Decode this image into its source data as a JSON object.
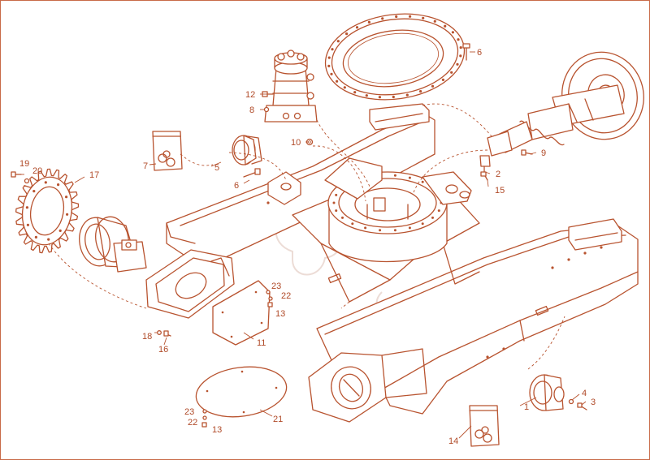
{
  "colors": {
    "line": "#b8532f",
    "label": "#b04a28",
    "background": "#ffffff",
    "watermark": "#ecdcd6"
  },
  "diagram": {
    "type": "exploded-parts-view",
    "parts": [
      {
        "number": "1",
        "depicts": "track roller"
      },
      {
        "number": "2",
        "depicts": "grease fitting"
      },
      {
        "number": "3",
        "depicts": "bolt"
      },
      {
        "number": "4",
        "depicts": "washer"
      },
      {
        "number": "5",
        "depicts": "carrier roller"
      },
      {
        "number": "6",
        "depicts": "bolt"
      },
      {
        "number": "7",
        "depicts": "seal kit bag"
      },
      {
        "number": "8",
        "depicts": "washer"
      },
      {
        "number": "9",
        "depicts": "bolt"
      },
      {
        "number": "10",
        "depicts": "nut"
      },
      {
        "number": "11",
        "depicts": "cover plate"
      },
      {
        "number": "12",
        "depicts": "bolt"
      },
      {
        "number": "13",
        "depicts": "bolt"
      },
      {
        "number": "14",
        "depicts": "seal kit bag"
      },
      {
        "number": "15",
        "depicts": "bolt"
      },
      {
        "number": "16",
        "depicts": "bolt"
      },
      {
        "number": "17",
        "depicts": "drive sprocket"
      },
      {
        "number": "18",
        "depicts": "washer"
      },
      {
        "number": "19",
        "depicts": "bolt"
      },
      {
        "number": "20",
        "depicts": "washer"
      },
      {
        "number": "21",
        "depicts": "cover plate"
      },
      {
        "number": "22",
        "depicts": "washer"
      },
      {
        "number": "23",
        "depicts": "washer"
      }
    ],
    "callouts": [
      {
        "id": "c1",
        "text": "1"
      },
      {
        "id": "c2",
        "text": "2"
      },
      {
        "id": "c3",
        "text": "3"
      },
      {
        "id": "c4",
        "text": "4"
      },
      {
        "id": "c5",
        "text": "5"
      },
      {
        "id": "c6a",
        "text": "6"
      },
      {
        "id": "c6b",
        "text": "6"
      },
      {
        "id": "c7",
        "text": "7"
      },
      {
        "id": "c8",
        "text": "8"
      },
      {
        "id": "c9",
        "text": "9"
      },
      {
        "id": "c10",
        "text": "10"
      },
      {
        "id": "c11",
        "text": "11"
      },
      {
        "id": "c12",
        "text": "12"
      },
      {
        "id": "c13a",
        "text": "13"
      },
      {
        "id": "c13b",
        "text": "13"
      },
      {
        "id": "c14",
        "text": "14"
      },
      {
        "id": "c15",
        "text": "15"
      },
      {
        "id": "c16",
        "text": "16"
      },
      {
        "id": "c17",
        "text": "17"
      },
      {
        "id": "c18",
        "text": "18"
      },
      {
        "id": "c19",
        "text": "19"
      },
      {
        "id": "c20",
        "text": "20"
      },
      {
        "id": "c21",
        "text": "21"
      },
      {
        "id": "c22a",
        "text": "22"
      },
      {
        "id": "c22b",
        "text": "22"
      },
      {
        "id": "c23a",
        "text": "23"
      },
      {
        "id": "c23b",
        "text": "23"
      }
    ]
  }
}
